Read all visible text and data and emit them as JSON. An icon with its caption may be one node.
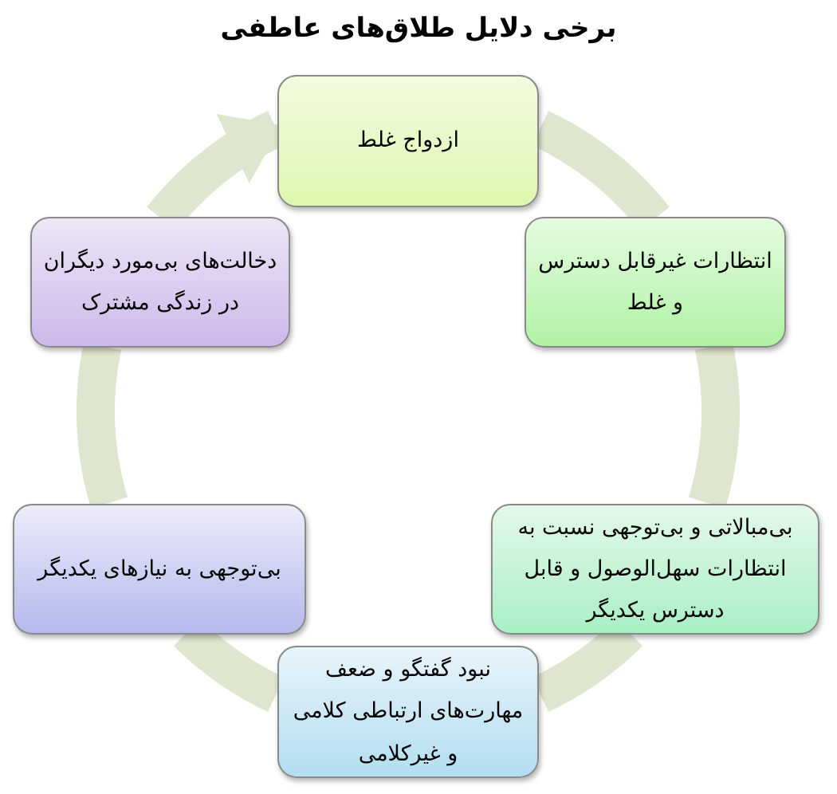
{
  "diagram": {
    "title": "برخی دلایل طلاق‌های عاطفی",
    "nodes": [
      {
        "text": [
          "ازدواج غلط"
        ]
      },
      {
        "text": [
          "انتظارات غیرقابل دسترس و غلط"
        ]
      },
      {
        "text": [
          "بی‌مبالاتی و بی‌توجهی نسبت به انتظارات سهل‌الوصول و قابل دسترس یکدیگر"
        ]
      },
      {
        "text": [
          "نبود گفتگو و ضعف مهارت‌های ارتباطی کلامی و غیرکلامی"
        ]
      },
      {
        "text": [
          "بی‌توجهی به نیازهای یکدیگر"
        ]
      },
      {
        "text": [
          "دخالت‌های بی‌مورد دیگران در زندگی مشترک"
        ]
      }
    ],
    "edges": [
      {
        "from": 0,
        "to": 1,
        "arrow": "none"
      },
      {
        "from": 1,
        "to": 2,
        "arrow": "none"
      },
      {
        "from": 2,
        "to": 3,
        "arrow": "none"
      },
      {
        "from": 3,
        "to": 4,
        "arrow": "none"
      },
      {
        "from": 4,
        "to": 5,
        "arrow": "none"
      },
      {
        "from": 5,
        "to": 0,
        "arrow": "to"
      }
    ]
  }
}
